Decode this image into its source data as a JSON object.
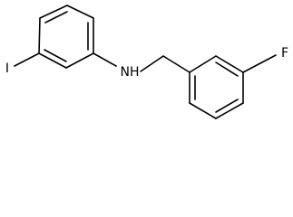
{
  "molecule": {
    "atoms": {
      "iodine": "I",
      "amine": "NH",
      "fluorine": "F"
    }
  }
}
